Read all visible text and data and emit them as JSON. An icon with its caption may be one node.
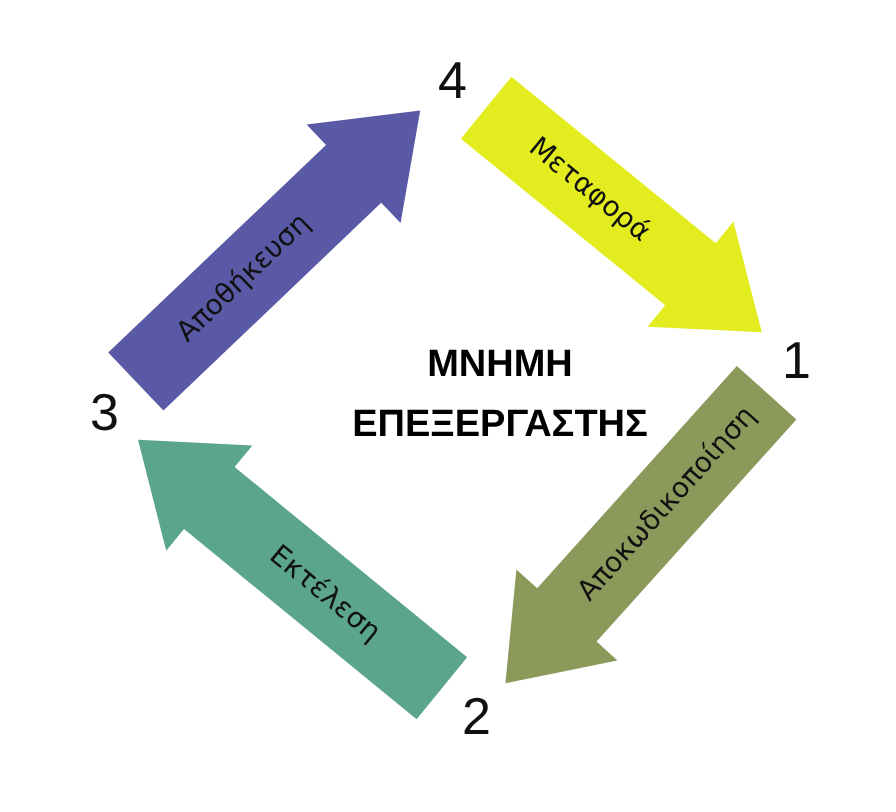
{
  "diagram": {
    "title": "ΜΝΗΜΗ ΕΠΕΞΕΡΓΑΣΤΗΣ",
    "nodes": [
      {
        "text": [
          "1"
        ]
      },
      {
        "text": [
          "2"
        ]
      },
      {
        "text": [
          "3"
        ]
      },
      {
        "text": [
          "4"
        ]
      }
    ],
    "edges": [
      {
        "from": 3,
        "to": 0,
        "arrow": "to",
        "label": "Μεταφορά"
      },
      {
        "from": 0,
        "to": 1,
        "arrow": "to",
        "label": "Αποκωδικοποίηση"
      },
      {
        "from": 1,
        "to": 2,
        "arrow": "to",
        "label": "Εκτέλεση"
      },
      {
        "from": 2,
        "to": 3,
        "arrow": "to",
        "label": "Αποθήκευση"
      }
    ]
  }
}
